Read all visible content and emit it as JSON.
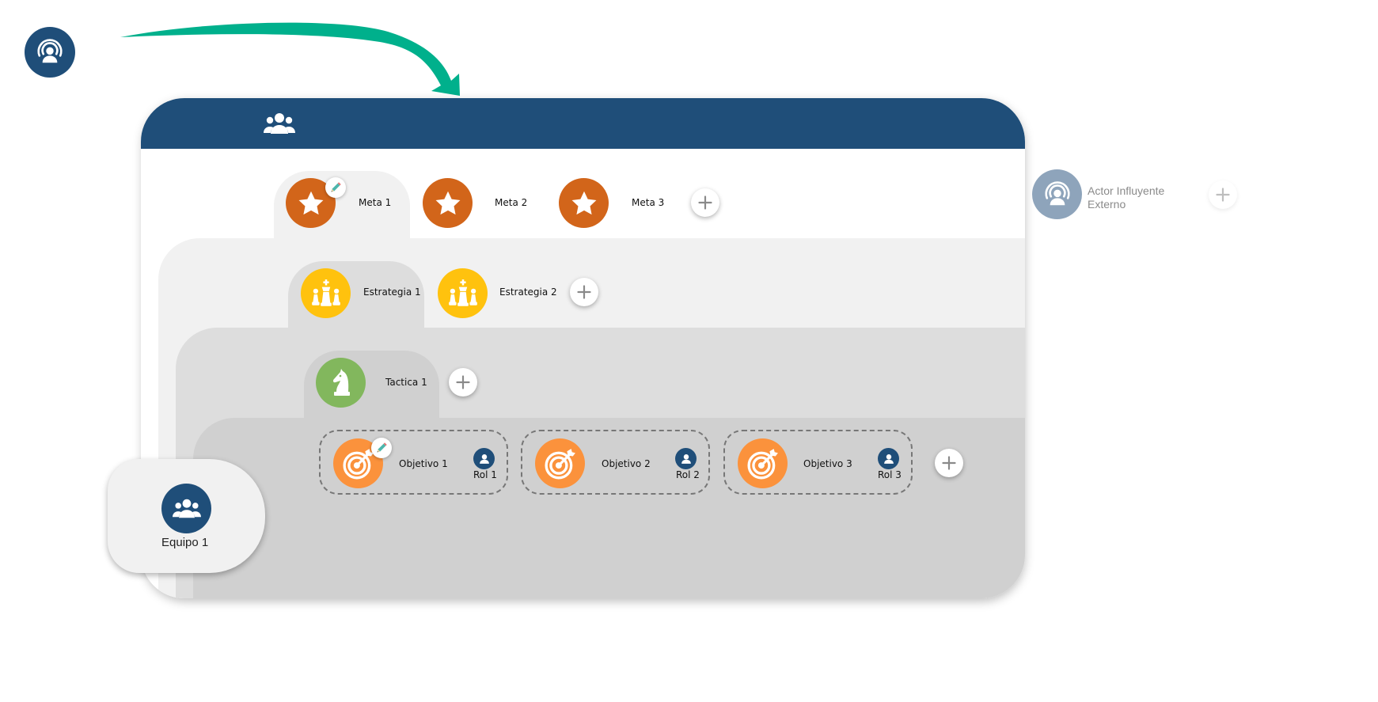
{
  "colors": {
    "header": "#1f4e79",
    "meta": "#d2651a",
    "estrategia": "#ffc20e",
    "tactica": "#82b75d",
    "objetivo": "#fb923c",
    "arrow": "#00b08c",
    "actor_muted": "#8ea4bb"
  },
  "metas": [
    {
      "label": "Meta 1"
    },
    {
      "label": "Meta 2"
    },
    {
      "label": "Meta 3"
    }
  ],
  "estrategias": [
    {
      "label": "Estrategia 1"
    },
    {
      "label": "Estrategia 2"
    }
  ],
  "tacticas": [
    {
      "label": "Tactica 1"
    }
  ],
  "objetivos": [
    {
      "label": "Objetivo 1",
      "rol": "Rol 1"
    },
    {
      "label": "Objetivo 2",
      "rol": "Rol 2"
    },
    {
      "label": "Objetivo 3",
      "rol": "Rol 3"
    }
  ],
  "team": {
    "label": "Equipo 1"
  },
  "external_actor": {
    "label_line1": "Actor Influyente",
    "label_line2": "Externo"
  },
  "icons": {
    "top_actor": "broadcast-person-icon",
    "team_header": "group-icon",
    "meta": "star-icon",
    "estrategia": "chess-king-pawns-icon",
    "tactica": "chess-knight-icon",
    "objetivo": "target-arrow-icon",
    "rol": "person-icon",
    "edit": "pencil-icon",
    "add": "plus-icon"
  }
}
